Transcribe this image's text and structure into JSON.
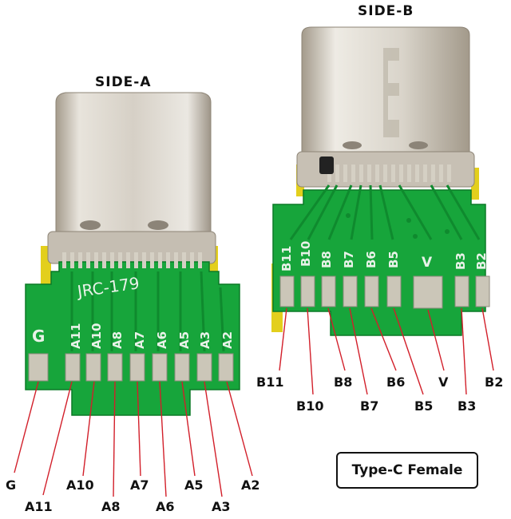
{
  "side_a": {
    "title": "SIDE-A",
    "silk_model": "JRC-179",
    "silk_pins": [
      "A11",
      "A10",
      "A8",
      "A7",
      "A6",
      "A5",
      "A3",
      "A2"
    ],
    "silk_ground": "G",
    "labels": [
      "G",
      "A11",
      "A10",
      "A8",
      "A7",
      "A6",
      "A5",
      "A3",
      "A2"
    ]
  },
  "side_b": {
    "title": "SIDE-B",
    "silk_pins": [
      "B11",
      "B10",
      "B8",
      "B7",
      "B6",
      "B5",
      "V",
      "B3",
      "B2"
    ],
    "labels": [
      "B11",
      "B10",
      "B8",
      "B7",
      "B6",
      "B5",
      "V",
      "B3",
      "B2"
    ]
  },
  "caption": "Type-C Female",
  "colors": {
    "pcb": "#16a43a",
    "pcb_dark": "#0b7a25",
    "pad": "#c9c4b6",
    "metal": "#d8d4cc",
    "leader": "#d21f2a",
    "edge_yellow": "#e6d21a"
  }
}
